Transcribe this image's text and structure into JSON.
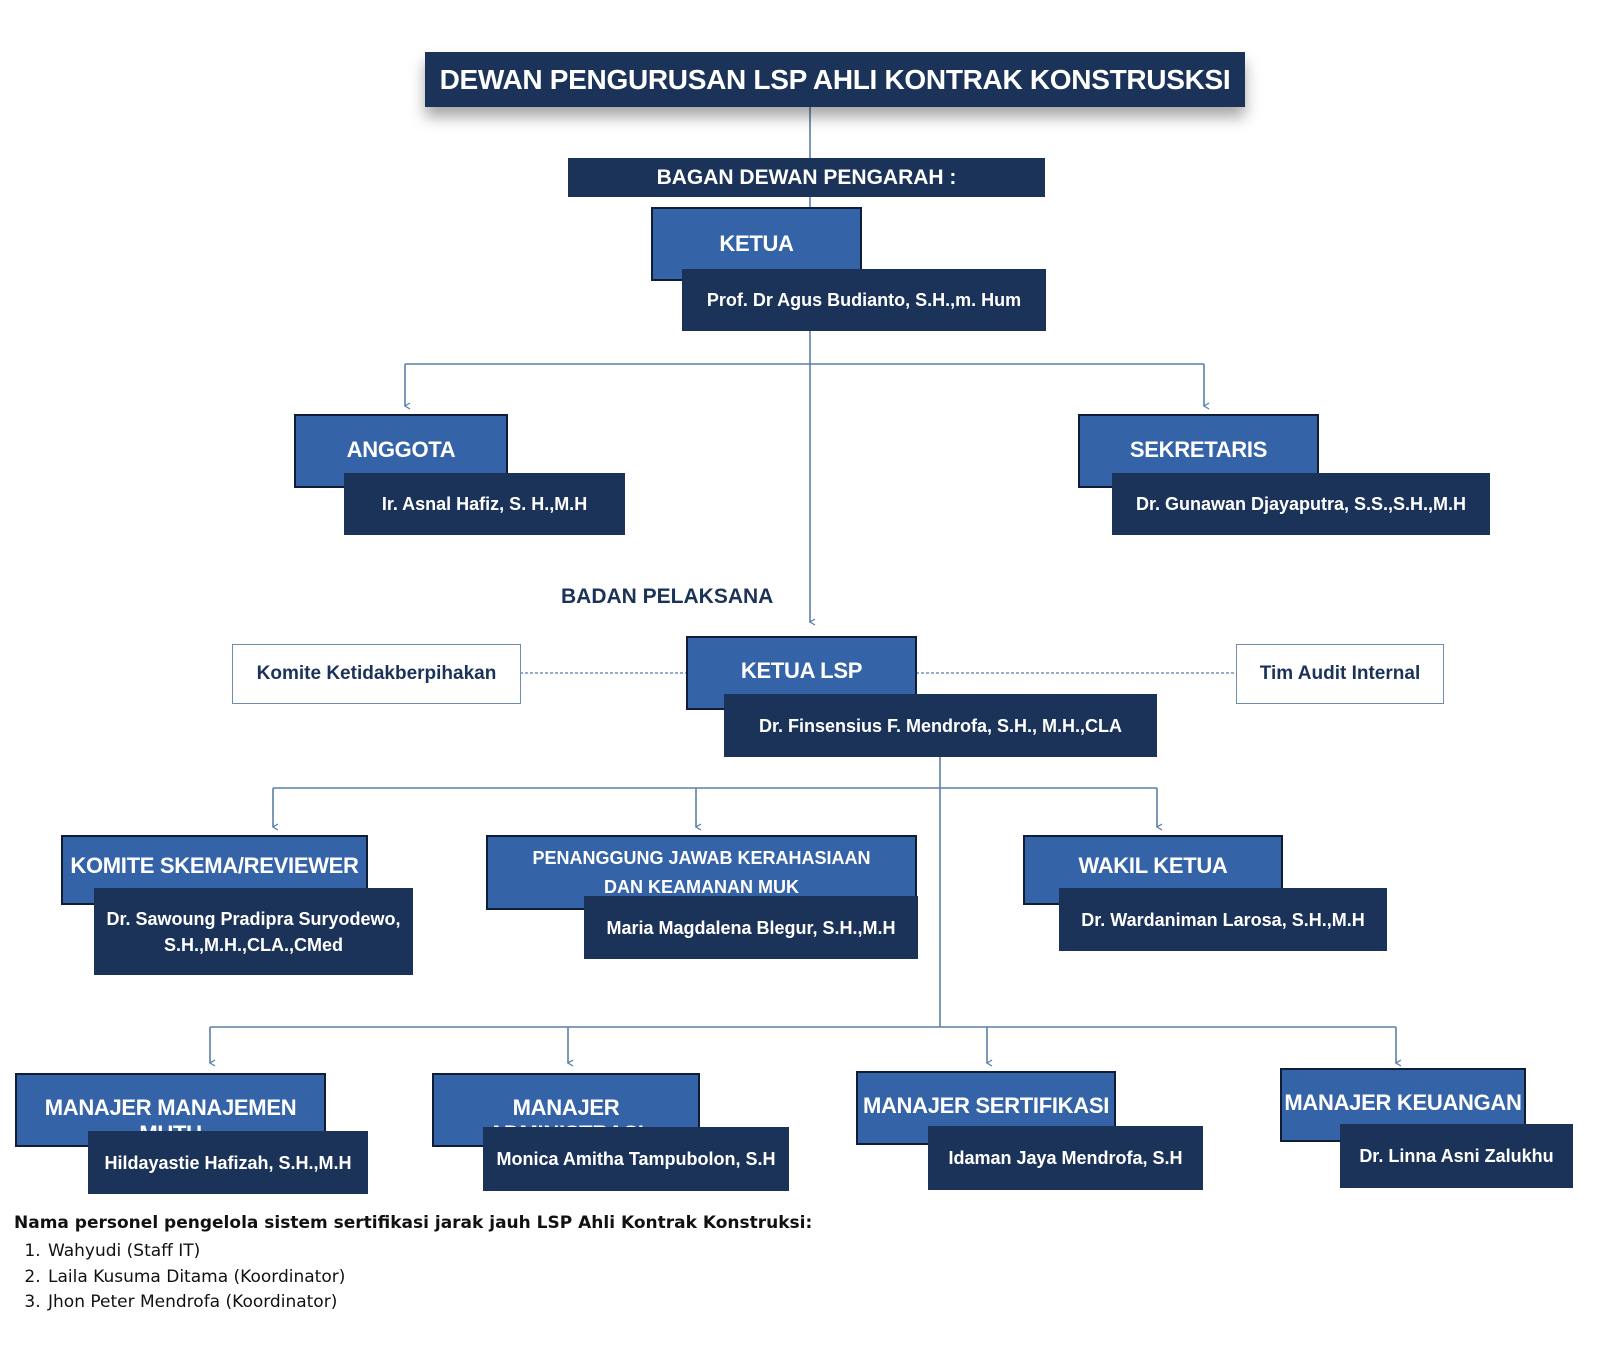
{
  "title": "DEWAN PENGURUSAN LSP AHLI KONTRAK KONSTRUSKSI",
  "dewan_pengarah": {
    "label": "BAGAN DEWAN PENGARAH :",
    "ketua": {
      "role": "KETUA",
      "name": "Prof. Dr Agus Budianto, S.H.,m. Hum"
    },
    "anggota": {
      "role": "ANGGOTA",
      "name": "Ir. Asnal Hafiz, S. H.,M.H"
    },
    "sekretaris": {
      "role": "SEKRETARIS",
      "name": "Dr. Gunawan Djayaputra, S.S.,S.H.,M.H"
    }
  },
  "badan_pelaksana": {
    "label": "BADAN PELAKSANA",
    "ketua_lsp": {
      "role": "KETUA LSP",
      "name": "Dr. Finsensius F. Mendrofa, S.H., M.H.,CLA"
    },
    "komite_ketidakberpihakan": "Komite Ketidakberpihakan",
    "tim_audit_internal": "Tim Audit Internal",
    "komite_skema": {
      "role": "KOMITE SKEMA/REVIEWER",
      "name_line1": "Dr. Sawoung Pradipra Suryodewo,",
      "name_line2": "S.H.,M.H.,CLA.,CMed"
    },
    "penanggung_jawab": {
      "role_line1": "PENANGGUNG JAWAB KERAHASIAAN",
      "role_line2": "DAN KEAMANAN MUK",
      "name": "Maria Magdalena Blegur, S.H.,M.H"
    },
    "wakil_ketua": {
      "role": "WAKIL KETUA",
      "name": "Dr. Wardaniman Larosa, S.H.,M.H"
    },
    "manajer_mutu": {
      "role": "MANAJER MANAJEMEN MUTU",
      "name": "Hildayastie Hafizah, S.H.,M.H"
    },
    "manajer_administrasi": {
      "role": "MANAJER ADMINISTRASI",
      "name": "Monica Amitha Tampubolon, S.H"
    },
    "manajer_sertifikasi": {
      "role": "MANAJER SERTIFIKASI",
      "name": "Idaman Jaya Mendrofa, S.H"
    },
    "manajer_keuangan": {
      "role": "MANAJER KEUANGAN",
      "name": "Dr. Linna Asni Zalukhu"
    }
  },
  "footer": {
    "title": "Nama personel pengelola sistem sertifikasi jarak jauh LSP Ahli Kontrak Konstruksi:",
    "items": [
      "Wahyudi (Staff IT)",
      "Laila Kusuma Ditama (Koordinator)",
      "Jhon Peter Mendrofa  (Koordinator)"
    ]
  },
  "colors": {
    "navy": "#1c3359",
    "blue": "#3563a8",
    "line": "#5b7ea8"
  }
}
